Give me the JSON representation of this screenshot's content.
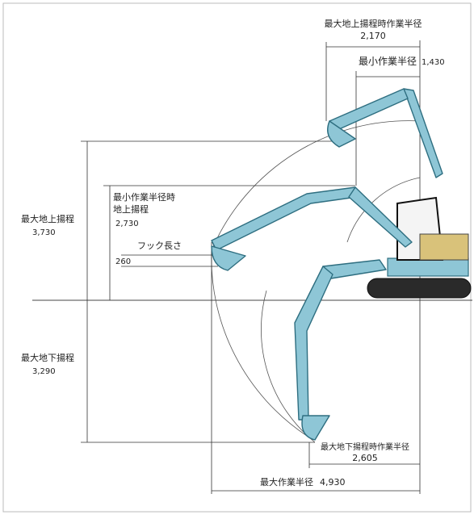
{
  "labels": {
    "max_reach_at_ground": {
      "title": "最大地上揚程時作業半径",
      "value": "2,170"
    },
    "min_working_radius": {
      "title": "最小作業半径",
      "value": "1,430"
    },
    "max_dig_height": {
      "title": "最大地上揚程",
      "value": "3,730"
    },
    "min_radius_height": {
      "title_line1": "最小作業半径時",
      "title_line2": "地上揚程",
      "value": "2,730"
    },
    "hook_length": {
      "title": "フック長さ",
      "value": "260"
    },
    "max_dig_depth": {
      "title": "最大地下揚程",
      "value": "3,290"
    },
    "reach_at_max_depth": {
      "title": "最大地下揚程時作業半径",
      "value": "2,605"
    },
    "max_working_radius": {
      "title": "最大作業半径",
      "value": "4,930"
    }
  },
  "colors": {
    "machine": "#8ec6d6",
    "outline": "#2e6e80",
    "cab": "#2a2a2a"
  }
}
